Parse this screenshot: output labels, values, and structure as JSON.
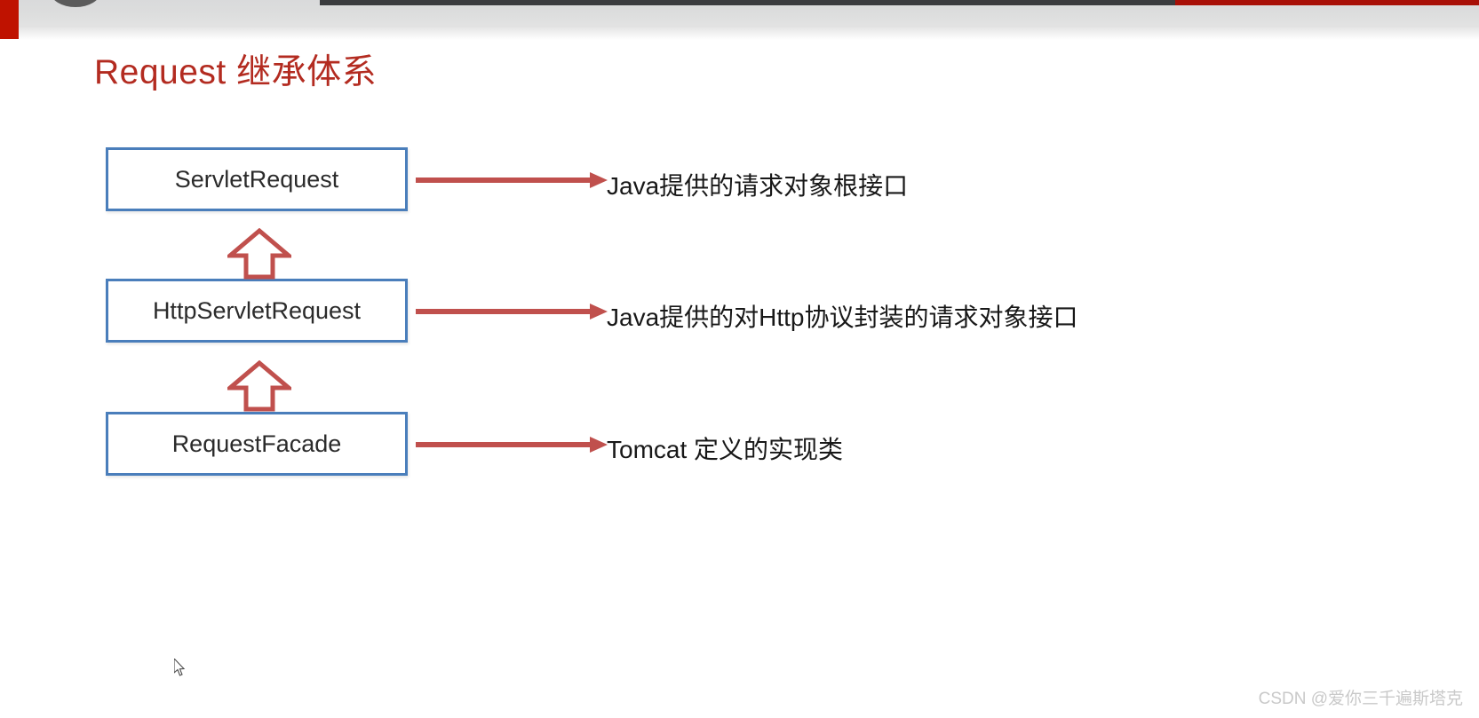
{
  "slide": {
    "title": "Request 继承体系",
    "title_color": "#b32b20",
    "background_color": "#ffffff"
  },
  "header": {
    "accent_block_color": "#bf1200",
    "dark_bar_color": "#3b3d3f",
    "red_bar_color": "#a81007",
    "circle_color": "#5b5b5b",
    "band_color": "#dcdddd"
  },
  "diagram": {
    "box_border_color": "#4a7ebb",
    "arrow_color": "#c0504d",
    "nodes": [
      {
        "label": "ServletRequest",
        "description": "Java提供的请求对象根接口"
      },
      {
        "label": "HttpServletRequest",
        "description": "Java提供的对Http协议封装的请求对象接口"
      },
      {
        "label": "RequestFacade",
        "description": "Tomcat 定义的实现类"
      }
    ],
    "inheritance_arrows": [
      {
        "from": "HttpServletRequest",
        "to": "ServletRequest"
      },
      {
        "from": "RequestFacade",
        "to": "HttpServletRequest"
      }
    ]
  },
  "watermark": {
    "text": "CSDN @爱你三千遍斯塔克"
  }
}
